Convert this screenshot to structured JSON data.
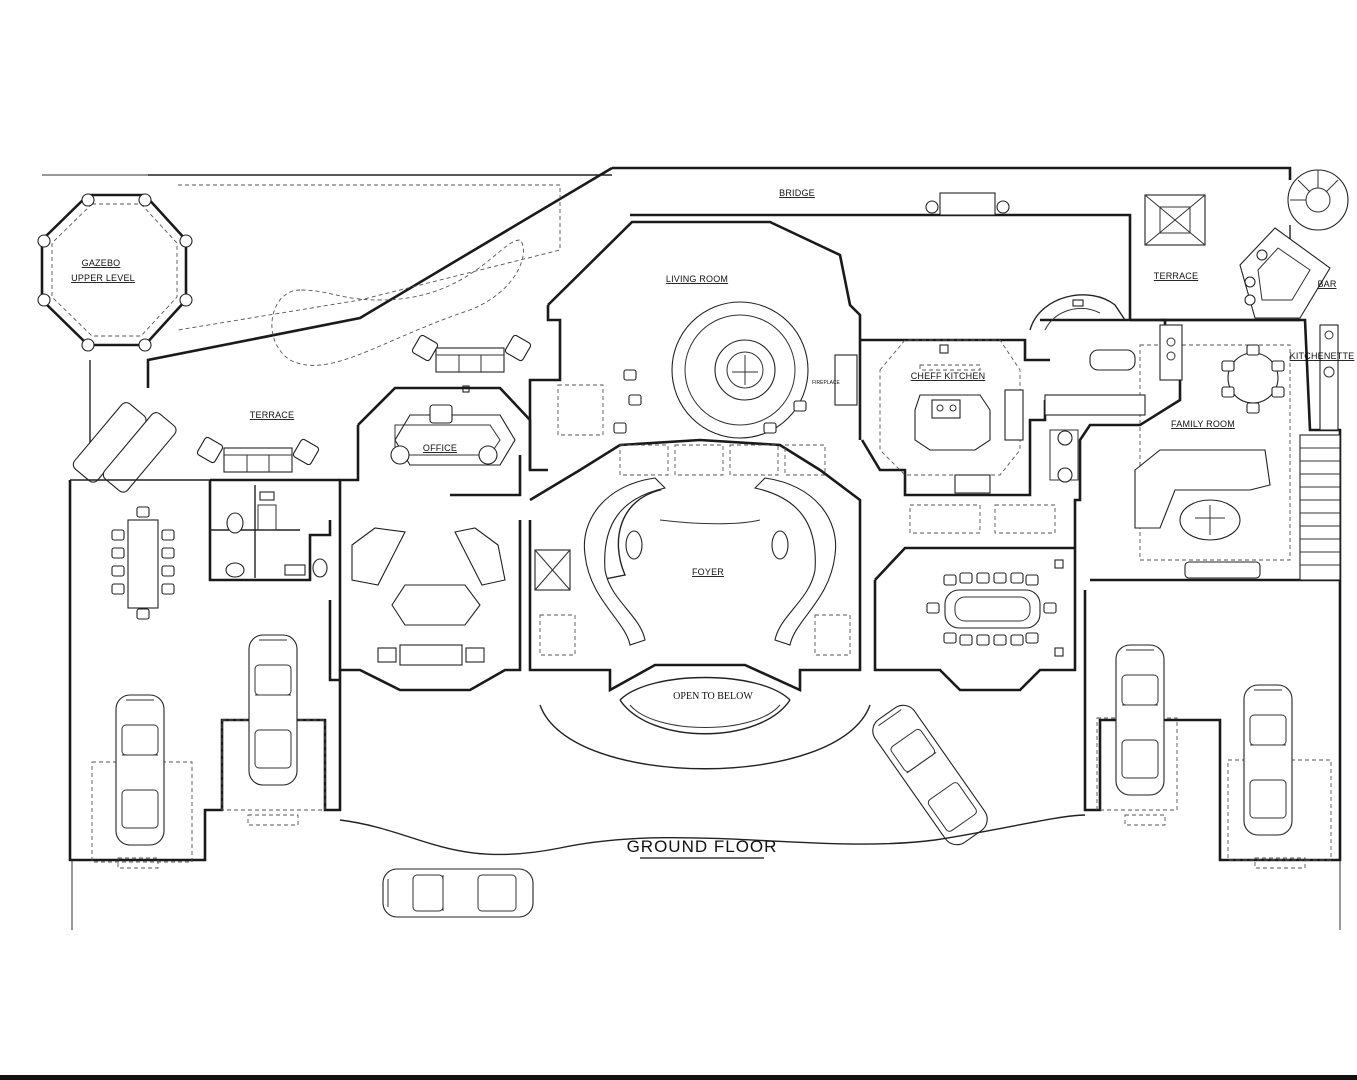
{
  "labels": {
    "gazebo": "GAZEBO",
    "gazebo_sub": "UPPER LEVEL",
    "bridge": "BRIDGE",
    "terrace_left": "TERRACE",
    "terrace_right": "TERRACE",
    "living_room": "LIVING ROOM",
    "fireplace": "FIREPLACE",
    "office": "OFFICE",
    "cheff_kitchen": "CHEFF KITCHEN",
    "bar": "BAR",
    "kitchenette": "KITCHENETTE",
    "family_room": "FAMILY ROOM",
    "foyer": "FOYER",
    "open_to_below": "OPEN TO BELOW",
    "ground_floor": "GROUND FLOOR"
  },
  "colors": {
    "ink": "#1a1a1a",
    "paper": "#ffffff"
  }
}
